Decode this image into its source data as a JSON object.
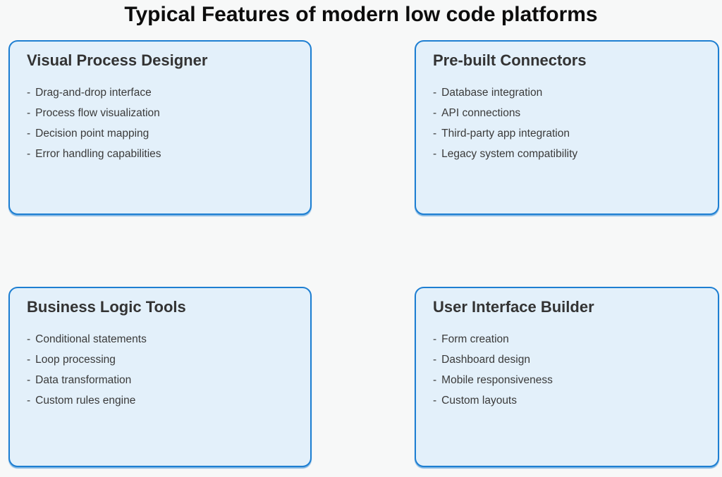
{
  "page": {
    "title": "Typical Features of modern low code platforms"
  },
  "list_marker": "-",
  "colors": {
    "page_background": "#f7f8f8",
    "card_background": "#e3f0fa",
    "card_border": "#1e7fd2",
    "page_title_text": "#0d0d0d",
    "card_title_text": "#333333",
    "item_text": "#3a3a3a"
  },
  "cards": [
    {
      "title": "Visual Process Designer",
      "items": [
        "Drag-and-drop interface",
        "Process flow visualization",
        "Decision point mapping",
        "Error handling capabilities"
      ]
    },
    {
      "title": "Pre-built Connectors",
      "items": [
        "Database integration",
        "API connections",
        "Third-party app integration",
        "Legacy system compatibility"
      ]
    },
    {
      "title": "Business Logic Tools",
      "items": [
        "Conditional statements",
        "Loop processing",
        "Data transformation",
        "Custom rules engine"
      ]
    },
    {
      "title": "User Interface Builder",
      "items": [
        "Form creation",
        "Dashboard design",
        "Mobile responsiveness",
        "Custom layouts"
      ]
    }
  ]
}
